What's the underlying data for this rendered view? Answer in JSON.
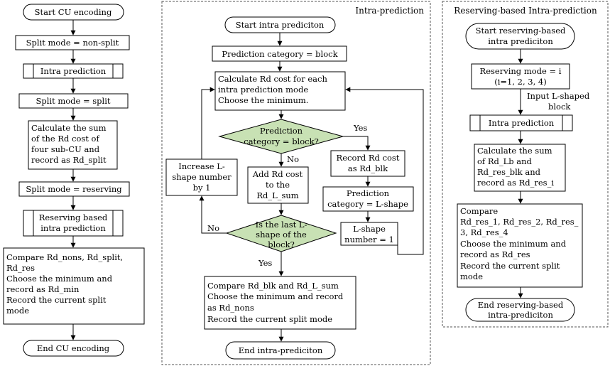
{
  "panels": {
    "intra": {
      "title": "Intra-prediction"
    },
    "reserving": {
      "title": "Reserving-based Intra-prediction"
    }
  },
  "colors": {
    "decision_fill": "#c8e1b4",
    "stroke": "#000000"
  },
  "cu": {
    "start": "Start CU encoding",
    "split_non": "Split mode = non-split",
    "intra": "Intra prediction",
    "split_split": "Split mode = split",
    "calc": [
      "Calculate the sum",
      "of the Rd cost of",
      "four sub-CU and",
      "record as Rd_split"
    ],
    "split_res": "Split mode = reserving",
    "res_intra": [
      "Reserving based",
      "intra prediction"
    ],
    "compare": [
      "Compare Rd_nons, Rd_split,",
      "Rd_res",
      "Choose the minimum and",
      "record as Rd_min",
      "Record the current split",
      "mode"
    ],
    "end": "End CU encoding"
  },
  "intra": {
    "start": "Start intra prediciton",
    "category": "Prediction category = block",
    "calc": [
      "Calculate Rd cost for each",
      "intra prediction mode",
      "Choose the minimum."
    ],
    "decision1": [
      "Prediction",
      "category = block?"
    ],
    "yes1": "Yes",
    "no1": "No",
    "record": [
      "Record Rd cost",
      "as Rd_blk"
    ],
    "category_l": [
      "Prediction",
      "category = L-shape"
    ],
    "lshape_num": [
      "L-shape",
      "number = 1"
    ],
    "add": [
      "Add Rd cost",
      "to the",
      "Rd_L_sum"
    ],
    "increase": [
      "Increase L-",
      "shape number",
      "by 1"
    ],
    "decision2": [
      "Is the last L-",
      "shape of the",
      "block?"
    ],
    "no2": "No",
    "yes2": "Yes",
    "compare": [
      "Compare Rd_blk and Rd_L_sum",
      "Choose the minimum and record",
      "as Rd_nons",
      "Record the current split mode"
    ],
    "end": "End intra-prediciton"
  },
  "reserving": {
    "start": [
      "Start reserving-based",
      "intra prediciton"
    ],
    "mode": [
      "Reserving mode = i",
      "(i=1, 2, 3, 4)"
    ],
    "input": [
      "Input L-shaped",
      "block"
    ],
    "intra": "Intra prediction",
    "calc": [
      "Calculate the sum",
      "of Rd_Lb and",
      "Rd_res_blk and",
      "record as Rd_res_i"
    ],
    "compare": [
      "Compare",
      "Rd_res_1, Rd_res_2, Rd_res_",
      "3, Rd_res_4",
      "Choose the minimum and",
      "record as Rd_res",
      "Record the current split",
      "mode"
    ],
    "end": [
      "End reserving-based",
      "intra-prediciton"
    ]
  }
}
